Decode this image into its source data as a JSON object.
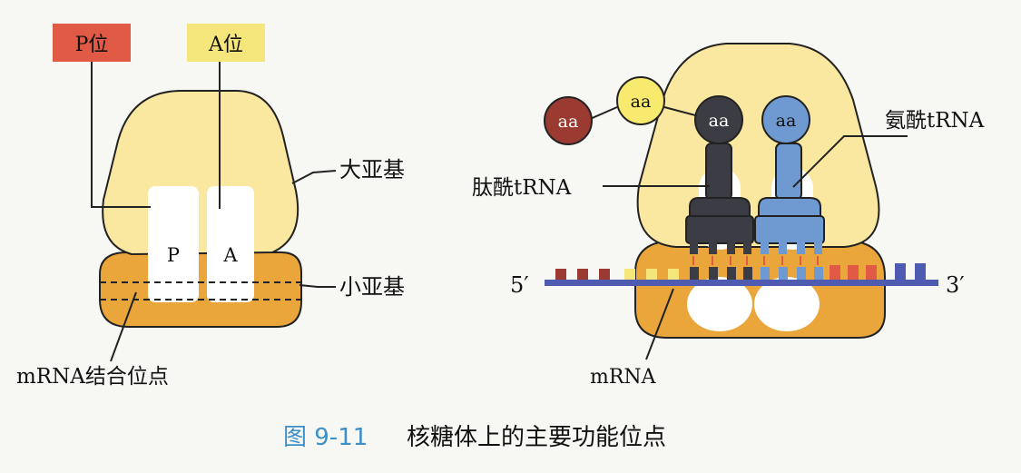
{
  "left_diagram": {
    "p_site_box": "P位",
    "a_site_box": "A位",
    "p_slot_letter": "P",
    "a_slot_letter": "A",
    "large_subunit": "大亚基",
    "small_subunit": "小亚基",
    "mrna_binding_site": "mRNA结合位点"
  },
  "right_diagram": {
    "aa_red": "aa",
    "aa_yellow": "aa",
    "aa_dark": "aa",
    "aa_blue": "aa",
    "aminoacyl_trna": "氨酰tRNA",
    "peptidyl_trna": "肽酰tRNA",
    "five_prime": "5′",
    "three_prime": "3′",
    "mrna": "mRNA"
  },
  "caption": {
    "figure_number": "图 9-11",
    "title": "核糖体上的主要功能位点"
  },
  "colors": {
    "large_subunit": "#fbe8a0",
    "small_subunit": "#eaa63a",
    "p_site": "#e05a45",
    "a_site": "#f4e67a",
    "aa_red": "#9b3a30",
    "aa_yellow": "#f7ea6e",
    "peptidyl": "#3c3d44",
    "aminoacyl": "#6f99d1",
    "mrna_strand": "#4e5bb0",
    "caption_number": "#3d8fc8"
  }
}
